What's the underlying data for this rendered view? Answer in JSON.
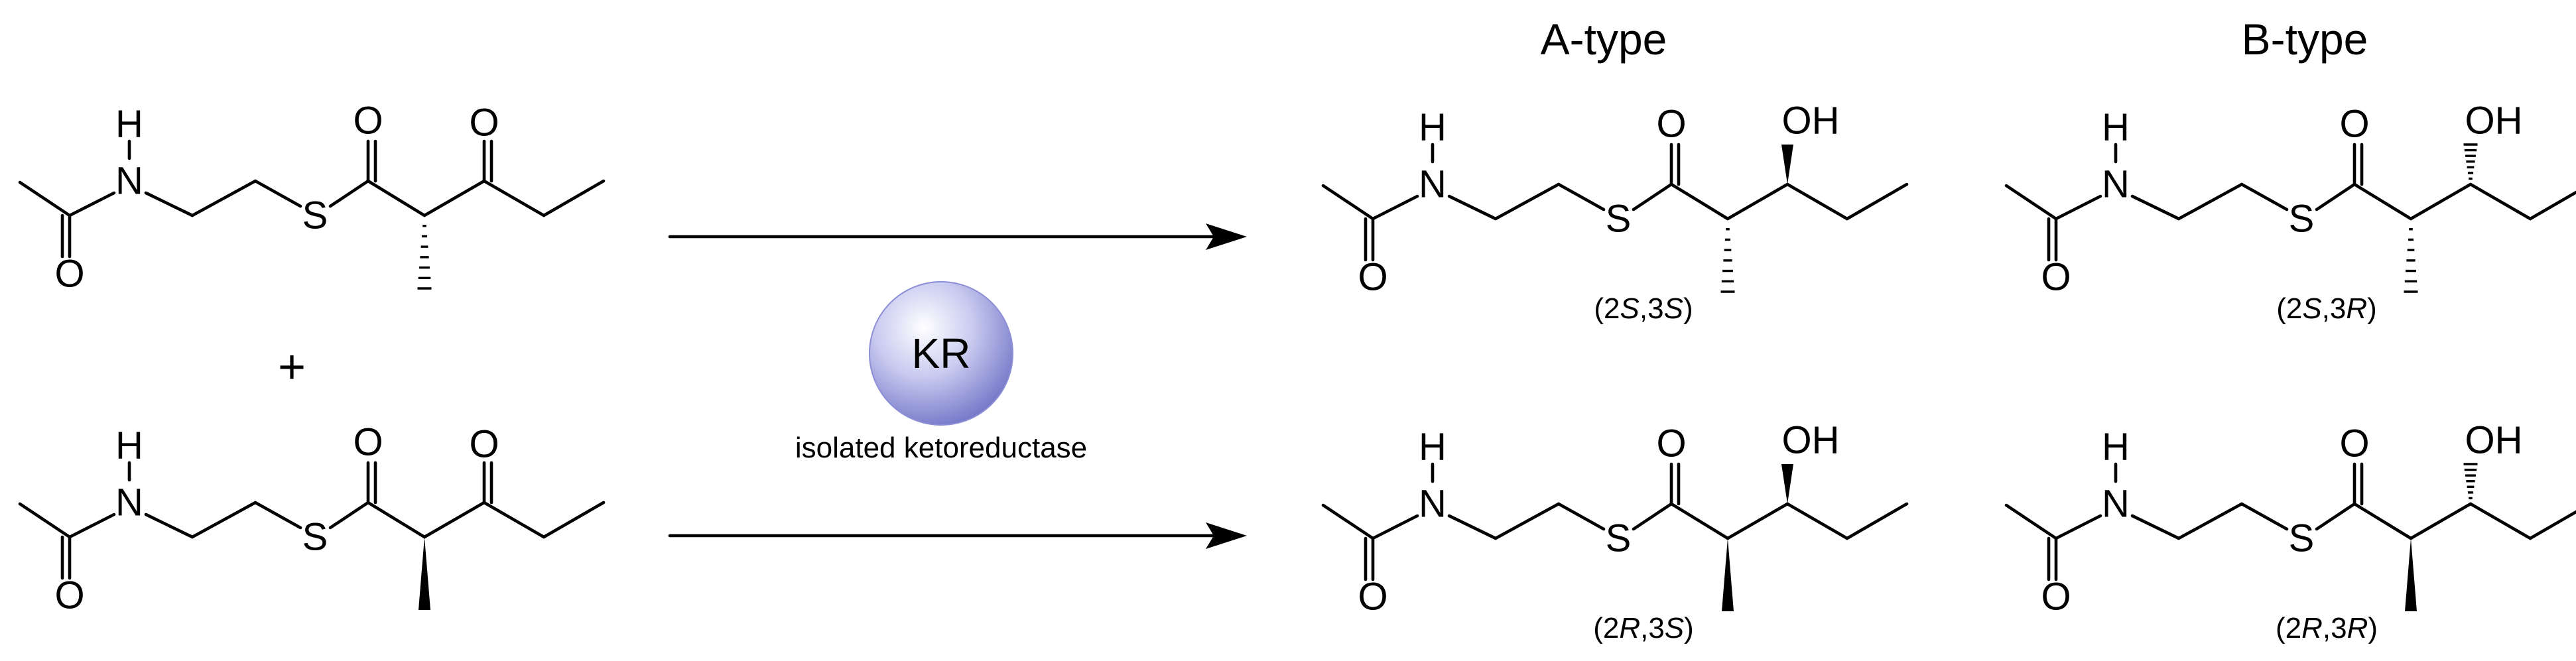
{
  "headers": {
    "a_type": "A-type",
    "b_type": "B-type"
  },
  "plus_sign": "+",
  "enzyme": {
    "label": "KR",
    "caption": "isolated ketoreductase",
    "sphere_color": "#8c8fd6"
  },
  "atoms": {
    "nitrogen": "N",
    "hydrogen": "H",
    "sulfur": "S",
    "oxygen": "O",
    "hydroxyl": "OH"
  },
  "substrates": [
    {
      "methyl_bond": "hashed"
    },
    {
      "methyl_bond": "wedged"
    }
  ],
  "products": [
    {
      "type": "A",
      "methyl_bond": "hashed",
      "hydroxyl_bond": "wedged",
      "config": [
        "(2",
        "S",
        ",3",
        "S",
        ")"
      ]
    },
    {
      "type": "B",
      "methyl_bond": "hashed",
      "hydroxyl_bond": "hashed",
      "config": [
        "(2",
        "S",
        ",3",
        "R",
        ")"
      ]
    },
    {
      "type": "A",
      "methyl_bond": "wedged",
      "hydroxyl_bond": "wedged",
      "config": [
        "(2",
        "R",
        ",3",
        "S",
        ")"
      ]
    },
    {
      "type": "B",
      "methyl_bond": "wedged",
      "hydroxyl_bond": "hashed",
      "config": [
        "(2",
        "R",
        ",3",
        "R",
        ")"
      ]
    }
  ]
}
